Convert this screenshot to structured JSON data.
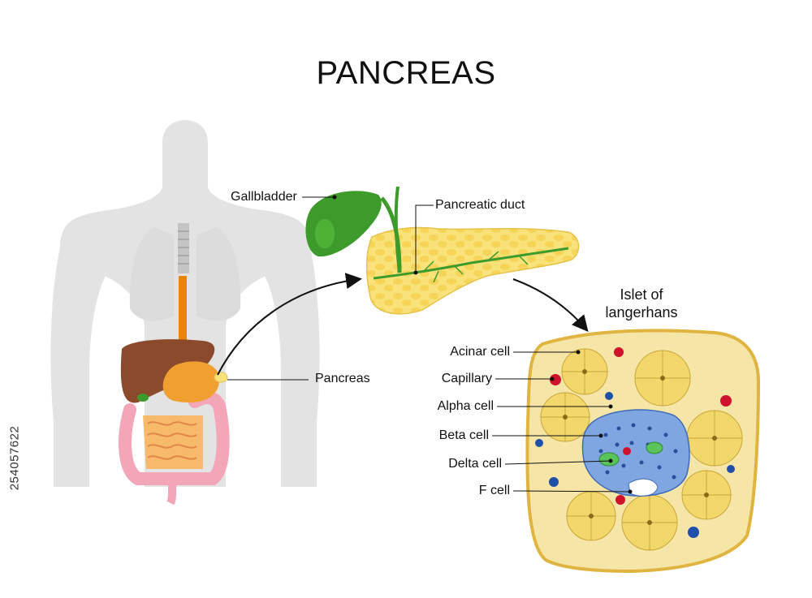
{
  "title": "PANCREAS",
  "stock_id": "254057622",
  "labels": {
    "gallbladder": "Gallbladder",
    "pancreatic_duct": "Pancreatic duct",
    "pancreas": "Pancreas",
    "islet_line1": "Islet of",
    "islet_line2": "langerhans",
    "acinar_cell": "Acinar cell",
    "capillary": "Capillary",
    "alpha_cell": "Alpha cell",
    "beta_cell": "Beta cell",
    "delta_cell": "Delta cell",
    "f_cell": "F cell"
  },
  "colors": {
    "body": "#e3e3e3",
    "liver": "#8b4a2b",
    "stomach": "#f0a030",
    "esophagus": "#e8860c",
    "intestine": "#f2a6b8",
    "pancreas": "#f9e27a",
    "gallbladder": "#3d9b2c",
    "acinar": "#f2d86a",
    "islet": "#7fa6e0",
    "capillary_red": "#d0112b",
    "capillary_blue": "#1f4fa8"
  }
}
